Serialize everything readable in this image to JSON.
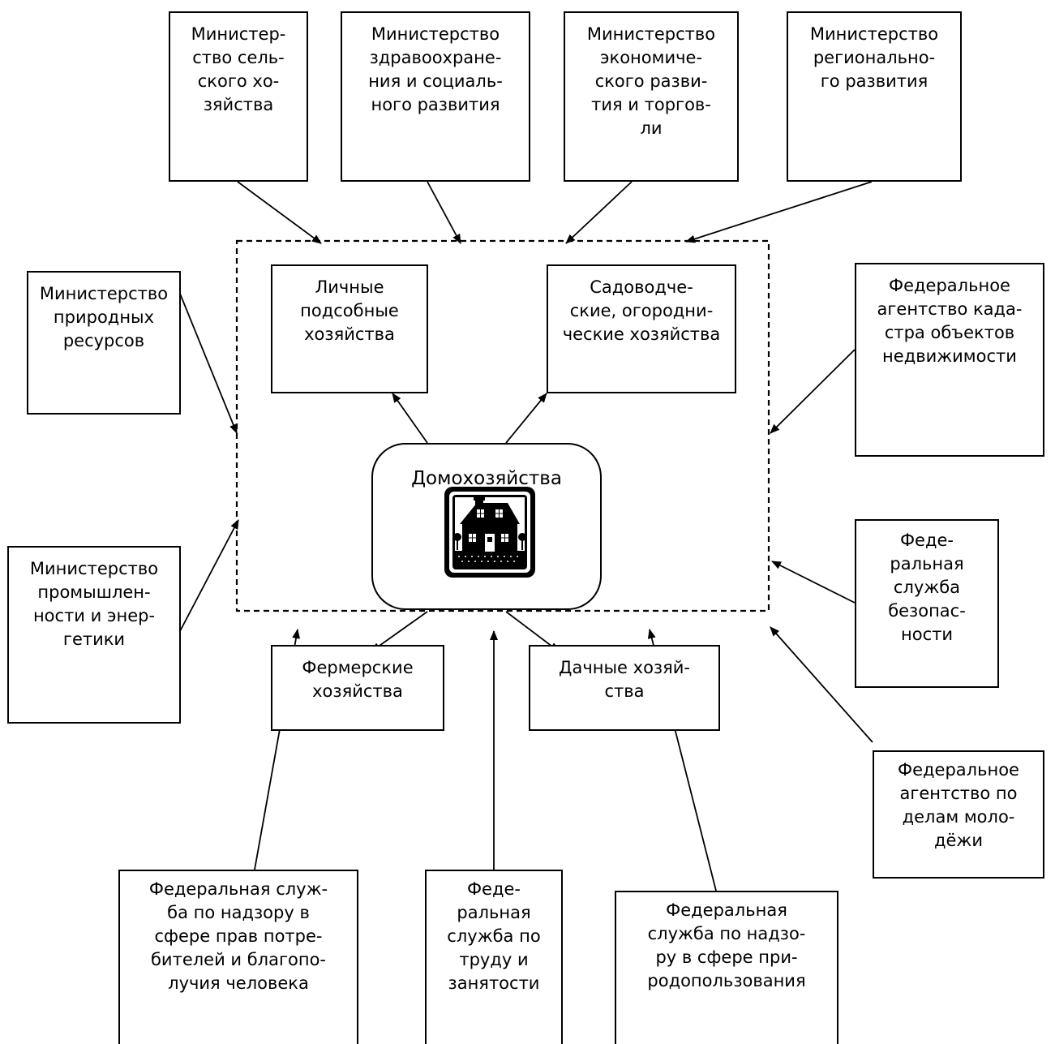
{
  "center": {
    "title": "Домохозяйства",
    "icon": "house-icon"
  },
  "top_ministries": [
    "Министер-\nство сель-\nского хо-\nзяйства",
    "Министерство\nздравоохране-\nния и социаль-\nного развития",
    "Министерство\nэкономиче-\nского разви-\nтия и торгов-\nли",
    "Министерство\nрегионально-\nго развития"
  ],
  "left_ministries": [
    "Министерство\nприродных\nресурсов",
    "Министерство\nпромышлен-\nности и энер-\nгетики"
  ],
  "right_agencies": [
    "Федеральное\nагентство када-\nстра объектов\nнедвижимости",
    "Феде-\nральная\nслужба\nбезопас-\nности",
    "Федеральное\nагентство по\nделам моло-\nдёжи"
  ],
  "bottom_services": [
    "Федеральная служ-\nба по надзору в\nсфере прав потре-\nбителей и благопо-\nлучия человека",
    "Феде-\nральная\nслужба по\nтруду и\nзанятости",
    "Федеральная\nслужба по надзо-\nру в сфере при-\nродопользования"
  ],
  "household_types": [
    "Личные\nподсобные\nхозяйства",
    "Садоводче-\nские, огородни-\nческие хозяйства",
    "Фермерские\nхозяйства",
    "Дачные хозяй-\nства"
  ]
}
